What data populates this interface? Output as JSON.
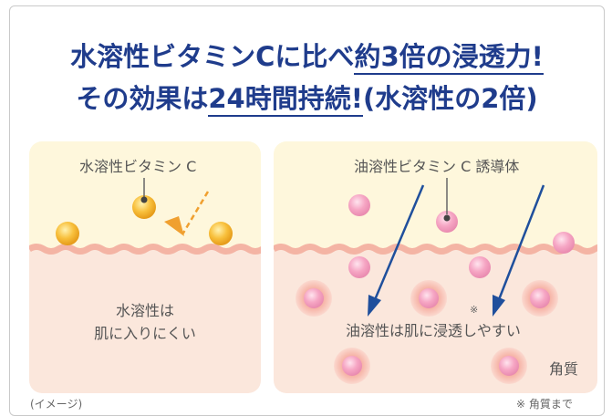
{
  "headline": {
    "line1_prefix": "水溶性ビタミンCに比べ",
    "line1_underlined": "約3倍の浸透力!",
    "line2_prefix": "その効果は",
    "line2_underlined": "24時間持続!",
    "line2_suffix": "(水溶性の2倍)"
  },
  "left_panel": {
    "molecule_label": "水溶性ビタミン C",
    "skin_text_line1": "水溶性は",
    "skin_text_line2": "肌に入りにくい"
  },
  "right_panel": {
    "molecule_label": "油溶性ビタミン C 誘導体",
    "skin_text": "油溶性は肌に浸透しやすい",
    "note_mark": "※",
    "layer_label": "角質"
  },
  "footnotes": {
    "image_note": "(イメージ)",
    "layer_note": "※ 角質まで"
  },
  "colors": {
    "headline": "#1f3c8c",
    "arrow": "#1f4f9c",
    "orange_arrow": "#f0a030",
    "sky": "#fef7dc",
    "skin": "#fbe7dc",
    "membrane": "#f4b4a4"
  }
}
